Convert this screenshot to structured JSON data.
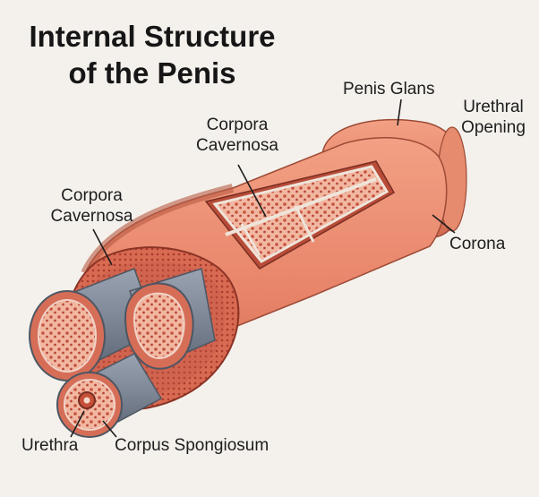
{
  "title": {
    "line1": "Internal Structure",
    "line2": "of the Penis"
  },
  "labels": {
    "penis_glans": "Penis Glans",
    "urethral_opening": {
      "line1": "Urethral",
      "line2": "Opening"
    },
    "corona": "Corona",
    "corpora_cavernosa_top": {
      "line1": "Corpora",
      "line2": "Cavernosa"
    },
    "corpora_cavernosa_left": {
      "line1": "Corpora",
      "line2": "Cavernosa"
    },
    "urethra": "Urethra",
    "corpus_spongiosum": "Corpus Spongiosum"
  },
  "colors": {
    "skin": "#e98a6c",
    "skin_dark": "#c9634a",
    "tissue": "#d9674f",
    "sheath": "#8e97a5",
    "background": "#f4f1ec"
  }
}
